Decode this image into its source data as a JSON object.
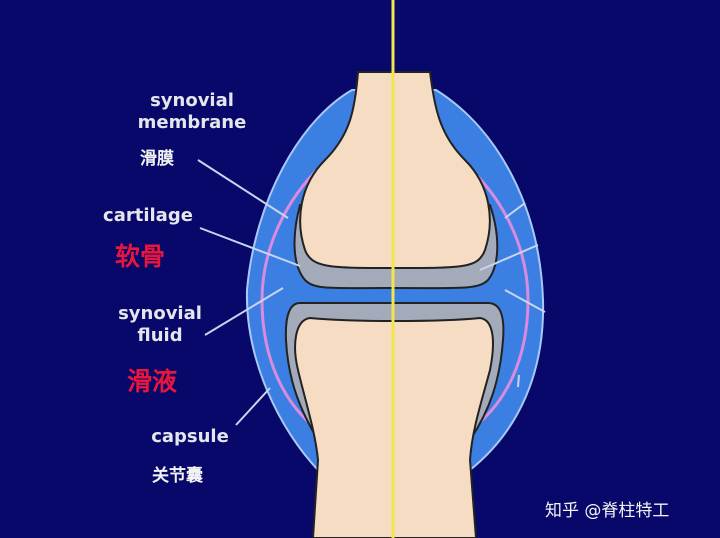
{
  "labels": {
    "synovial_membrane": {
      "en": "synovial\nmembrane",
      "en_line1": "synovial",
      "en_line2": "membrane",
      "zh": "滑膜"
    },
    "cartilage": {
      "en": "cartilage",
      "zh": "软骨"
    },
    "synovial_fluid": {
      "en_line1": "synovial",
      "en_line2": "fluid",
      "zh": "滑液"
    },
    "capsule": {
      "en": "capsule",
      "zh": "关节囊"
    }
  },
  "watermark": "知乎 @脊柱特工",
  "colors": {
    "background": "#08086a",
    "capsule": "#3b7fe2",
    "bone": "#f5dcc2",
    "cartilage": "#a3abbb",
    "membrane": "#d98be0",
    "axis": "#f2e64a",
    "label_red": "#e8153c"
  }
}
